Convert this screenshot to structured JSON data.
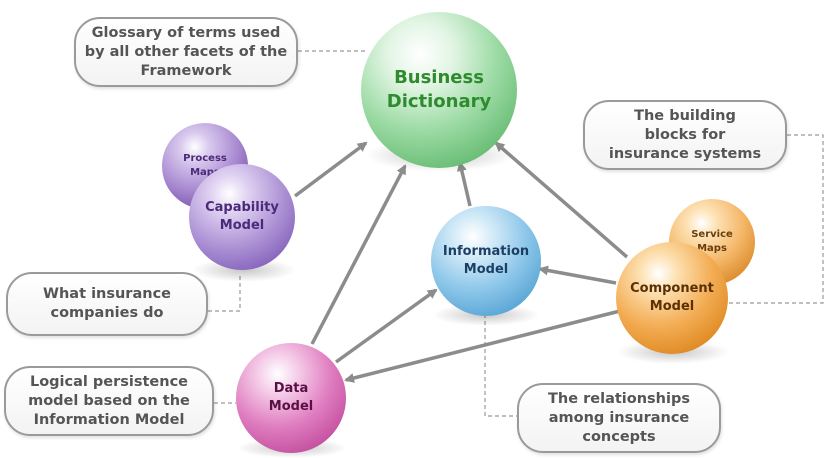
{
  "spheres": {
    "business_dictionary": {
      "lines": [
        "Business",
        "Dictionary"
      ],
      "color": "#2e8b2e"
    },
    "process_maps": {
      "lines": [
        "Process",
        "Maps"
      ],
      "color": "#4b2a7a"
    },
    "capability_model": {
      "lines": [
        "Capability",
        "Model"
      ],
      "color": "#4b2a7a"
    },
    "information_model": {
      "lines": [
        "Information",
        "Model"
      ],
      "color": "#1d3f66"
    },
    "service_maps": {
      "lines": [
        "Service",
        "Maps"
      ],
      "color": "#6b3d0b"
    },
    "component_model": {
      "lines": [
        "Component",
        "Model"
      ],
      "color": "#5b3005"
    },
    "data_model": {
      "lines": [
        "Data",
        "Model"
      ],
      "color": "#5a0f45"
    }
  },
  "callouts": {
    "glossary": {
      "lines": [
        "Glossary of terms used",
        "by all other facets of the",
        "Framework"
      ]
    },
    "building_blocks": {
      "lines": [
        "The building",
        "blocks for",
        "insurance systems"
      ]
    },
    "what_insurance": {
      "lines": [
        "What insurance",
        "companies do"
      ]
    },
    "logical_persistence": {
      "lines": [
        "Logical persistence",
        "model based on the",
        "Information Model"
      ]
    },
    "relationships": {
      "lines": [
        "The relationships",
        "among insurance",
        "concepts"
      ]
    }
  },
  "colors": {
    "arrow": "#8c8c8c",
    "connector": "#999999",
    "callout_text": "#555555",
    "green_sphere": "#7fcf8a",
    "purple_sphere": "#a98bd1",
    "blue_sphere": "#6fb7e0",
    "orange_sphere": "#f0a64a",
    "pink_sphere": "#d86fb8"
  }
}
